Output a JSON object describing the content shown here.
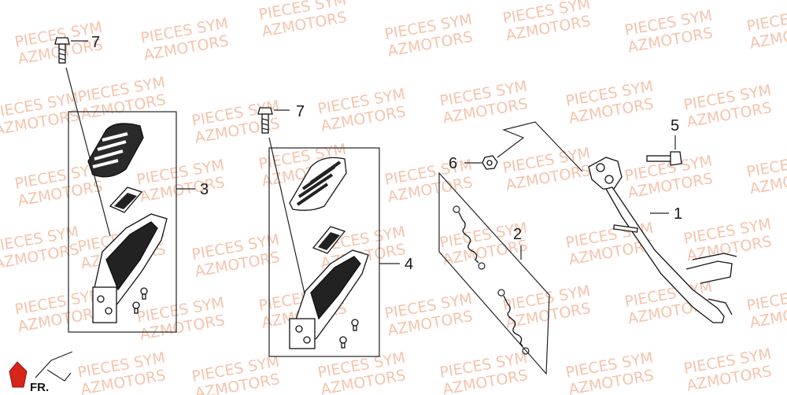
{
  "callouts": {
    "c1": "1",
    "c2": "2",
    "c3": "3",
    "c4": "4",
    "c5": "5",
    "c6": "6",
    "c7a": "7",
    "c7b": "7"
  },
  "watermark": {
    "line1": "PIECES SYM",
    "line2": "AZMOTORS"
  },
  "logo": {
    "text": "FR."
  },
  "colors": {
    "watermark": "#f0b090",
    "logo_accent": "#d9241b",
    "ink": "#111111"
  }
}
